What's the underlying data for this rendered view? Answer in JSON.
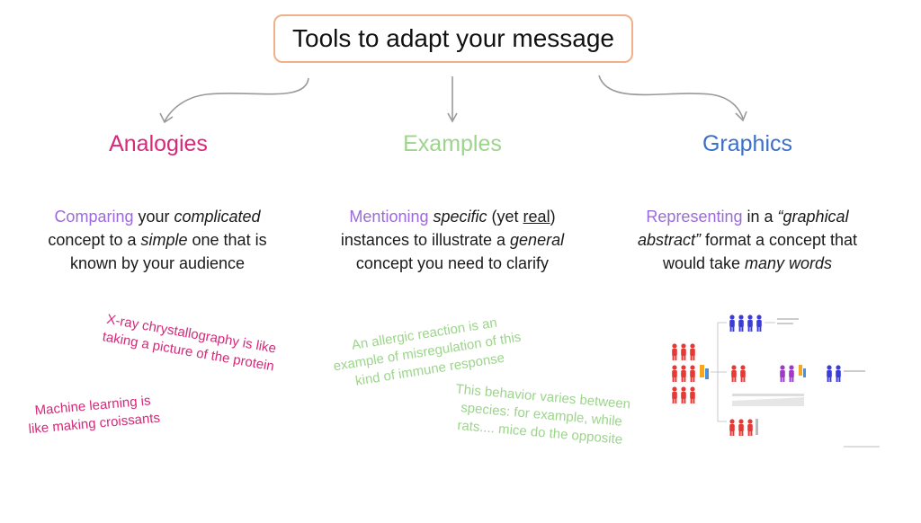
{
  "title": "Tools to adapt your message",
  "columns": [
    {
      "heading": "Analogies",
      "desc_parts": [
        "Comparing",
        " your ",
        "complicated",
        "concept to a ",
        "simple",
        " one that is",
        "known by your audience"
      ],
      "examples": [
        "X-ray chrystallography is like",
        "taking a picture of the protein",
        "Machine learning is",
        "like making croissants"
      ]
    },
    {
      "heading": "Examples",
      "desc_parts": [
        "Mentioning",
        " ",
        "specific",
        " (yet ",
        "real",
        ")",
        "instances to illustrate a ",
        "general",
        "concept you need to clarify"
      ],
      "examples": [
        "An allergic reaction is an",
        "example of misregulation of this",
        "kind of immune response",
        "This behavior varies between",
        "species: for example, while",
        "rats.... mice do the opposite"
      ]
    },
    {
      "heading": "Graphics",
      "desc_parts": [
        "Representing",
        " in a ",
        "“graphical",
        "abstract”",
        " format a concept that",
        "would take ",
        "many words"
      ]
    }
  ],
  "colors": {
    "analogies": "#d6297a",
    "examples": "#9cd58b",
    "graphics": "#3b6fc9",
    "highlight": "#9b6bd9",
    "title_border": "#f0b08a"
  }
}
